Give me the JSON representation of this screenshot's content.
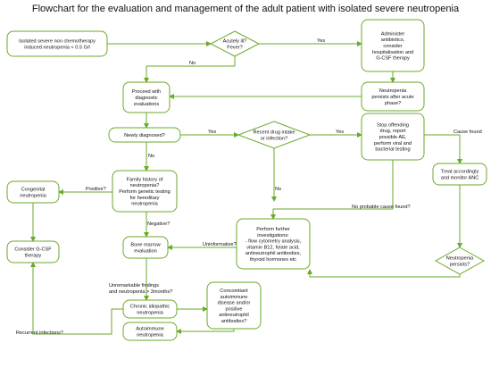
{
  "title": "Flowchart for the evaluation and management of the adult patient with isolated severe neutropenia",
  "nodes": [
    {
      "id": "n_start",
      "shape": "rect",
      "lines": [
        "Isolated severe non chemotherapy",
        "induced neutropenia < 0.5 G/l"
      ]
    },
    {
      "id": "n_acute",
      "shape": "diamond",
      "lines": [
        "Acutely ill?",
        "Fever?"
      ]
    },
    {
      "id": "n_admin",
      "shape": "rect",
      "lines": [
        "Administer",
        "antibiotics,",
        "consider",
        "hospitalisation and",
        "G-CSF therapy"
      ]
    },
    {
      "id": "n_persist",
      "shape": "rect",
      "lines": [
        "Neutropenia",
        "persists after acute",
        "phase?"
      ]
    },
    {
      "id": "n_proceed",
      "shape": "rect",
      "lines": [
        "Proceed with",
        "diagnostic",
        "evaluations"
      ]
    },
    {
      "id": "n_newly",
      "shape": "rect",
      "lines": [
        "Newly diagnosed?"
      ]
    },
    {
      "id": "n_recent",
      "shape": "diamond",
      "lines": [
        "Recent drug intake",
        "or infection?"
      ]
    },
    {
      "id": "n_stop",
      "shape": "rect",
      "lines": [
        "Stop offending",
        "drug, report",
        "possible AE,",
        "perform viral and",
        "bacterial testing"
      ]
    },
    {
      "id": "n_treat",
      "shape": "rect",
      "lines": [
        "Treat accordingly",
        "and monitor ANC"
      ]
    },
    {
      "id": "n_family",
      "shape": "rect",
      "lines": [
        "Family history of",
        "neutropenia?",
        "Perform genetic testing",
        "for hereditary",
        "neutropenia"
      ]
    },
    {
      "id": "n_congenital",
      "shape": "rect",
      "lines": [
        "Congenital",
        "neutropenia"
      ]
    },
    {
      "id": "n_gcsf",
      "shape": "rect",
      "lines": [
        "Consider G-CSF",
        "therapy"
      ]
    },
    {
      "id": "n_bm",
      "shape": "rect",
      "lines": [
        "Bone marrow",
        "evaluation"
      ]
    },
    {
      "id": "n_further",
      "shape": "rect",
      "lines": [
        "Perform further",
        "investigations:",
        "- flow cytometry analysis,",
        "vitamin B12, folate acid,",
        "antineutrophil antibodies,",
        "thyroid hormones etc"
      ]
    },
    {
      "id": "n_neupersist",
      "shape": "diamond",
      "lines": [
        "Neutropenia",
        "persists?"
      ]
    },
    {
      "id": "n_concom",
      "shape": "rect",
      "lines": [
        "Concomitant",
        "autoimmune",
        "disease and/or",
        "positive",
        "antineutrophil",
        "antibodies?"
      ]
    },
    {
      "id": "n_chronic",
      "shape": "rect",
      "lines": [
        "Chronic idiopathic",
        "neutropenia"
      ]
    },
    {
      "id": "n_autoimmune",
      "shape": "rect",
      "lines": [
        "Autoimmune",
        "neutropenia"
      ]
    }
  ],
  "edges": [
    {
      "id": "e1",
      "from": "n_start",
      "to": "n_acute",
      "label": ""
    },
    {
      "id": "e2",
      "from": "n_acute",
      "to": "n_admin",
      "label": "Yes"
    },
    {
      "id": "e3",
      "from": "n_acute",
      "to": "n_proceed",
      "label": "No"
    },
    {
      "id": "e4",
      "from": "n_admin",
      "to": "n_persist",
      "label": ""
    },
    {
      "id": "e5",
      "from": "n_persist",
      "to": "n_proceed",
      "label": ""
    },
    {
      "id": "e6",
      "from": "n_proceed",
      "to": "n_newly",
      "label": ""
    },
    {
      "id": "e7",
      "from": "n_newly",
      "to": "n_recent",
      "label": "Yes"
    },
    {
      "id": "e8",
      "from": "n_recent",
      "to": "n_stop",
      "label": "Yes"
    },
    {
      "id": "e9",
      "from": "n_stop",
      "to": "n_treat",
      "label": "Cause found"
    },
    {
      "id": "e10",
      "from": "n_stop",
      "to": "n_further",
      "label": "No probable cause found?"
    },
    {
      "id": "e11",
      "from": "n_recent",
      "to": "n_further",
      "label": "No"
    },
    {
      "id": "e12",
      "from": "n_newly",
      "to": "n_family",
      "label": "No"
    },
    {
      "id": "e13",
      "from": "n_family",
      "to": "n_congenital",
      "label": "Positive?"
    },
    {
      "id": "e14",
      "from": "n_congenital",
      "to": "n_gcsf",
      "label": ""
    },
    {
      "id": "e15",
      "from": "n_family",
      "to": "n_bm",
      "label": "Negative?"
    },
    {
      "id": "e16",
      "from": "n_further",
      "to": "n_bm",
      "label": "Uninformative?"
    },
    {
      "id": "e17",
      "from": "n_treat",
      "to": "n_neupersist",
      "label": ""
    },
    {
      "id": "e18",
      "from": "n_neupersist",
      "to": "n_further",
      "label": ""
    },
    {
      "id": "e19",
      "from": "n_bm",
      "to": "n_chronic",
      "label": "Unremarkable findings and neutropenia > 3months?"
    },
    {
      "id": "e20",
      "from": "n_chronic",
      "to": "n_concom",
      "label": ""
    },
    {
      "id": "e21",
      "from": "n_concom",
      "to": "n_autoimmune",
      "label": ""
    },
    {
      "id": "e22",
      "from": "n_chronic",
      "to": "n_gcsf",
      "label": "Recurrent infections?"
    }
  ],
  "colors": {
    "stroke": "#6aaa2a",
    "text": "#111111",
    "background": "#ffffff"
  }
}
